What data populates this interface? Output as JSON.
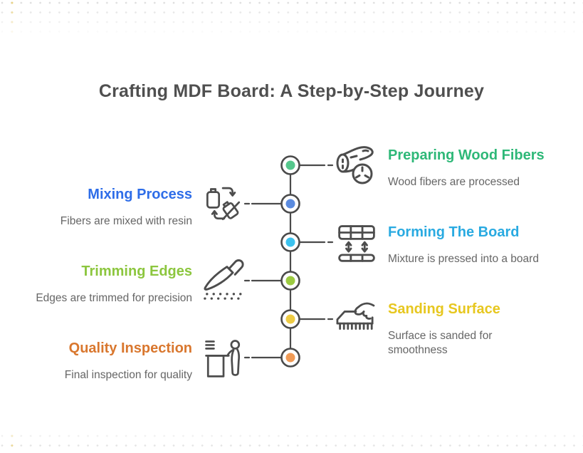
{
  "page": {
    "title": "Crafting MDF Board: A Step-by-Step Journey"
  },
  "colors": {
    "heading": "#4f4f4f",
    "description": "#666666",
    "timeline_line": "#4a4a4a",
    "icon_stroke": "#4d4d4d",
    "dot_grid": "#dcdcdc",
    "accent_dots": "#e7cf7b"
  },
  "steps": [
    {
      "order": 1,
      "side": "right",
      "title": "Preparing Wood Fibers",
      "description": "Wood fibers are processed",
      "title_color": "#2eb878",
      "node_color": "#55c78c",
      "icon": "wood-log-icon"
    },
    {
      "order": 2,
      "side": "left",
      "title": "Mixing Process",
      "description": "Fibers are mixed with resin",
      "title_color": "#2e6de8",
      "node_color": "#5b8bdf",
      "icon": "mixing-cycle-icon"
    },
    {
      "order": 3,
      "side": "right",
      "title": "Forming The Board",
      "description": "Mixture is pressed into a board",
      "title_color": "#29aae1",
      "node_color": "#3cc2ee",
      "icon": "board-press-icon"
    },
    {
      "order": 4,
      "side": "left",
      "title": "Trimming Edges",
      "description": "Edges are trimmed for precision",
      "title_color": "#8cc63e",
      "node_color": "#9ccb41",
      "icon": "knife-icon"
    },
    {
      "order": 5,
      "side": "right",
      "title": "Sanding Surface",
      "description": "Surface is sanded for smoothness",
      "title_color": "#e7c71f",
      "node_color": "#eecb44",
      "icon": "sanding-hand-icon"
    },
    {
      "order": 6,
      "side": "left",
      "title": "Quality Inspection",
      "description": "Final inspection for quality",
      "title_color": "#d9772e",
      "node_color": "#f09a55",
      "icon": "inspector-desk-icon"
    }
  ]
}
